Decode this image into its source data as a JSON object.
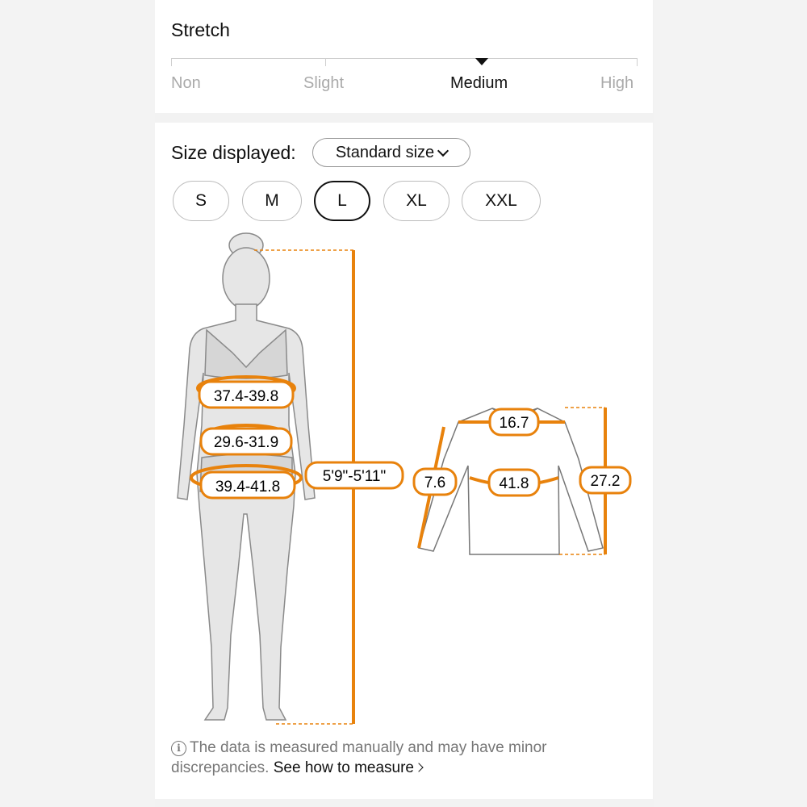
{
  "stretch": {
    "title": "Stretch",
    "levels": [
      "Non",
      "Slight",
      "Medium",
      "High"
    ],
    "selected_index": 2
  },
  "size": {
    "label": "Size displayed:",
    "dropdown_value": "Standard size",
    "options": [
      "S",
      "M",
      "L",
      "XL",
      "XXL"
    ],
    "selected": "L"
  },
  "body_measurements": {
    "bust": "37.4-39.8",
    "waist": "29.6-31.9",
    "hips": "39.4-41.8",
    "height": "5'9\"-5'11\""
  },
  "garment_measurements": {
    "shoulder": "16.7",
    "sleeve": "7.6",
    "bust": "41.8",
    "length": "27.2"
  },
  "note": {
    "text": "The data is measured manually and may have minor discrepancies.",
    "link": "See how to measure"
  },
  "colors": {
    "accent": "#e8820c",
    "figure_fill": "#e6e6e6",
    "figure_stroke": "#8a8a8a"
  }
}
